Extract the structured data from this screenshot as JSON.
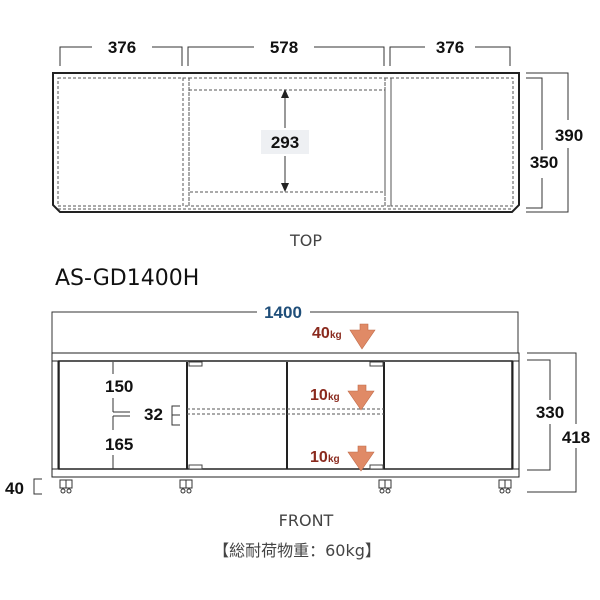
{
  "top_view": {
    "label": "TOP",
    "width_left": "376",
    "width_center": "578",
    "width_right": "376",
    "inner_depth": "293",
    "depth_inner": "350",
    "depth_outer": "390"
  },
  "front_view": {
    "model": "AS-GD1400H",
    "label": "FRONT",
    "total_width": "1400",
    "shelf_upper": "150",
    "shelf_lower": "165",
    "shelf_thickness": "32",
    "inner_height": "330",
    "total_height": "418",
    "caster_height": "40",
    "loads": [
      {
        "value": "40",
        "unit": "kg",
        "position": "top"
      },
      {
        "value": "10",
        "unit": "kg",
        "position": "middle-shelf"
      },
      {
        "value": "10",
        "unit": "kg",
        "position": "bottom-shelf"
      }
    ],
    "total_load": "【総耐荷物重：60kg】"
  },
  "colors": {
    "dimension_text": "#111111",
    "width_highlight": "#1f4e79",
    "load_text": "#8a2a1e",
    "load_arrow": "#e08a66",
    "label_text": "#444444"
  }
}
